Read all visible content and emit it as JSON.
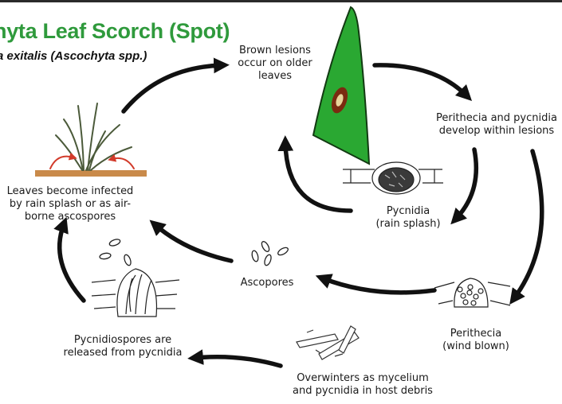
{
  "title": "hyta Leaf Scorch (Spot)",
  "subtitle": "a exitalis (Ascochyta spp.)",
  "stages": {
    "brown_lesions": [
      "Brown lesions",
      "occur on older",
      "leaves"
    ],
    "perithecia_develop": [
      "Perithecia and pycnidia",
      "develop within lesions"
    ],
    "pycnidia_rain": [
      "Pycnidia",
      "(rain splash)"
    ],
    "perithecia_wind": [
      "Perithecia",
      "(wind blown)"
    ],
    "overwinters": [
      "Overwinters as mycelium",
      "and pycnidia in host debris"
    ],
    "pycnidiospores": [
      "Pycnidiospores are",
      "released from pycnidia"
    ],
    "ascopores": [
      "Ascopores"
    ],
    "leaves_infected": [
      "Leaves become infected",
      "by rain splash or as air-",
      "borne ascospores"
    ]
  },
  "colors": {
    "title_green": "#2f9a3c",
    "leaf_green": "#2aa832",
    "lesion_brown": "#7a2a10",
    "lesion_tan": "#e8d39a",
    "soil": "#c98a4a",
    "infection_arrow_red": "#d23a2a"
  }
}
